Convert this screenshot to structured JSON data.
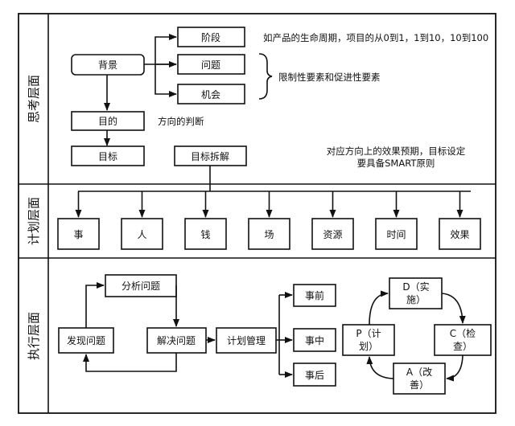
{
  "layers": {
    "thinking": "思考层面",
    "planning": "计划层面",
    "execution": "执行层面"
  },
  "thinking": {
    "background": "背景",
    "stage": "阶段",
    "problem": "问题",
    "opportunity": "机会",
    "purpose": "目的",
    "goal": "目标",
    "goal_breakdown": "目标拆解",
    "note_stage": "如产品的生命周期，项目的从0到1，1到10，10到100",
    "note_constraints": "限制性要素和促进性要素",
    "note_direction": "方向的判断",
    "note_goal_line1": "对应方向上的效果预期，目标设定",
    "note_goal_line2": "要具备SMART原则"
  },
  "planning": {
    "items": [
      "事",
      "人",
      "钱",
      "场",
      "资源",
      "时间",
      "效果"
    ]
  },
  "execution": {
    "find_problem": "发现问题",
    "analyze_problem": "分析问题",
    "solve_problem": "解决问题",
    "plan_manage": "计划管理",
    "before": "事前",
    "during": "事中",
    "after": "事后",
    "pdca_d": [
      "D（实",
      "施）"
    ],
    "pdca_c": [
      "C（检",
      "查）"
    ],
    "pdca_a": [
      "A（改",
      "善）"
    ],
    "pdca_p": [
      "P（计",
      "划）"
    ]
  }
}
